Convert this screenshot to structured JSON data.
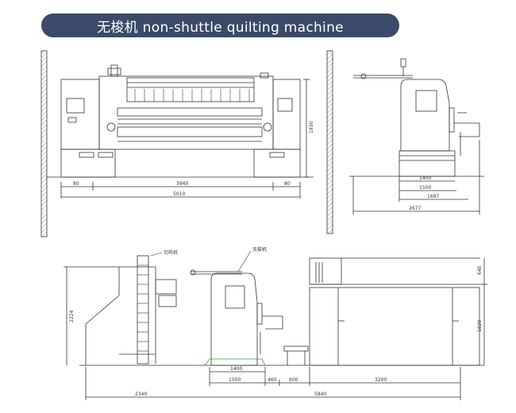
{
  "title": "无梭机 non-shuttle quilting machine",
  "front_view": {
    "dims": {
      "left_margin": "80",
      "center": "3940",
      "right_margin": "80",
      "total": "5010",
      "height": "1930"
    }
  },
  "side_view": {
    "dims": {
      "d1": "1400",
      "d2": "1500",
      "d3": "1697",
      "d4": "2677"
    }
  },
  "layout_view": {
    "labels": {
      "roller": "切布机",
      "machine": "无梭机"
    },
    "dims": {
      "height": "2224",
      "left": "2340",
      "base": "1400",
      "a": "1500",
      "b": "460",
      "c": "600",
      "d": "3200",
      "total": "5840",
      "top_right": "640",
      "right": "1820"
    }
  },
  "colors": {
    "banner": "#3b4a68",
    "line": "#333333",
    "hatch": "#777777",
    "accent_green": "#3a9a3a"
  }
}
